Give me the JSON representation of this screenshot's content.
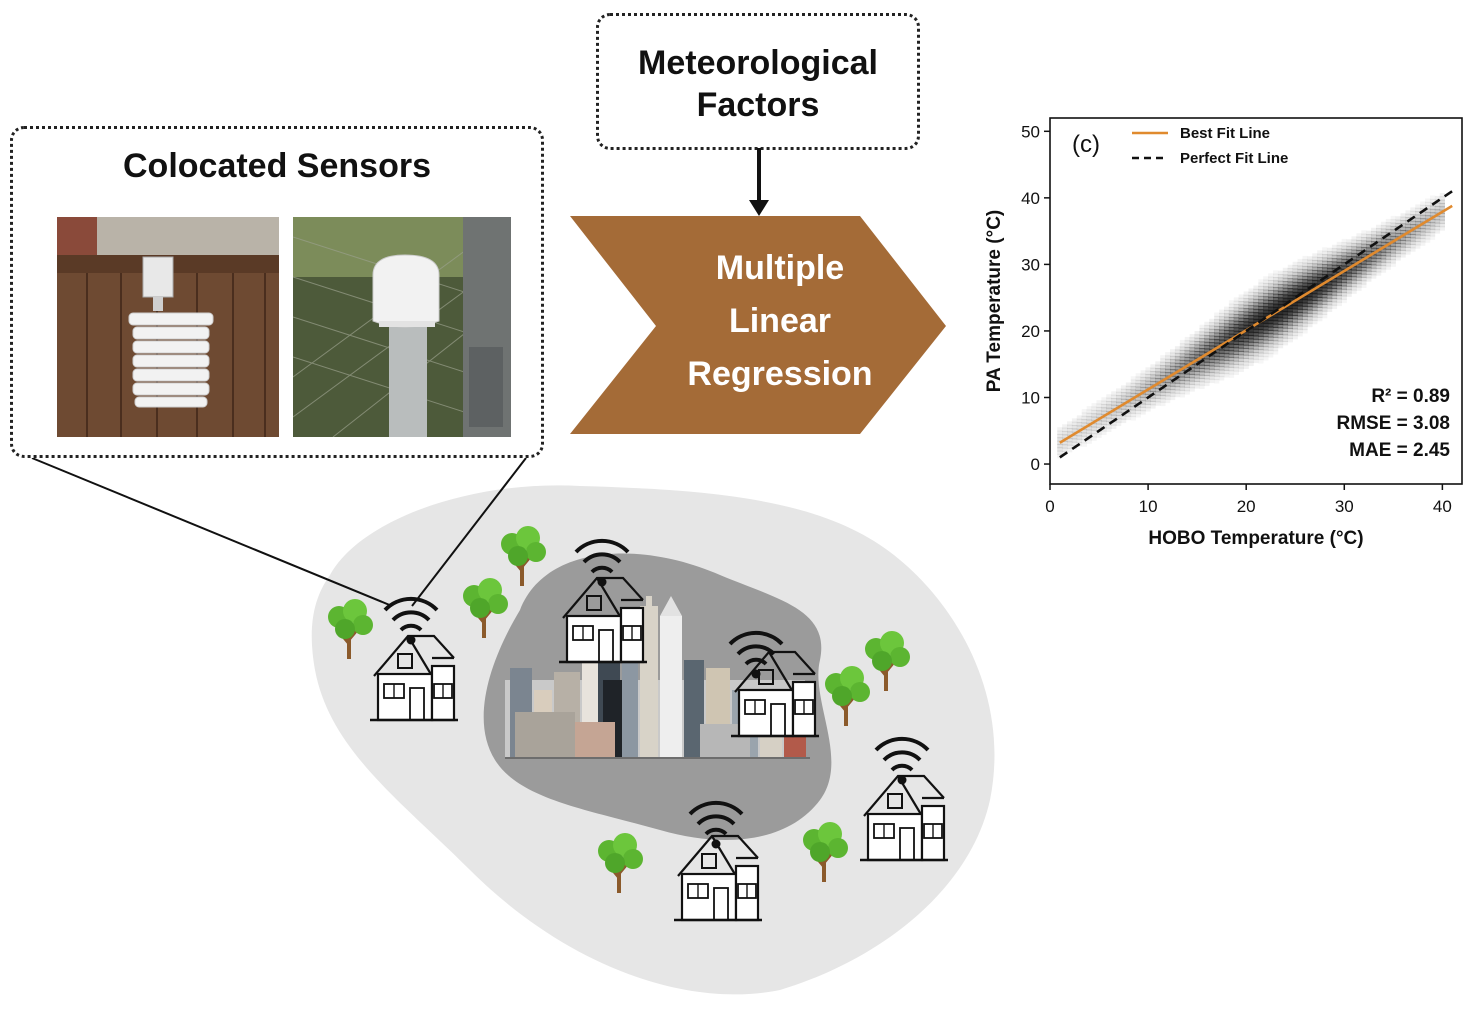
{
  "colocated": {
    "title": "Colocated Sensors"
  },
  "meteorological": {
    "title_line1": "Meteorological",
    "title_line2": "Factors"
  },
  "regression": {
    "line1": "Multiple",
    "line2": "Linear",
    "line3": "Regression"
  },
  "panel": {
    "label": "(c)",
    "legend": [
      "Best Fit Line",
      "Perfect Fit Line"
    ],
    "stats": [
      "R² = 0.89",
      "RMSE = 3.08",
      "MAE = 2.45"
    ]
  },
  "chart_data": {
    "type": "scatter",
    "xlabel": "HOBO Temperature (°C)",
    "ylabel": "PA Temperature (°C)",
    "xlim": [
      0,
      42
    ],
    "ylim": [
      -3,
      52
    ],
    "xticks": [
      0,
      10,
      20,
      30,
      40
    ],
    "yticks": [
      0,
      10,
      20,
      30,
      40,
      50
    ],
    "series": [
      {
        "name": "Best Fit Line",
        "color": "#e08a2e",
        "x": [
          1,
          41
        ],
        "y": [
          3.2,
          38.8
        ]
      },
      {
        "name": "Perfect Fit Line",
        "color": "#111111",
        "x": [
          1,
          41
        ],
        "y": [
          1,
          41
        ]
      }
    ],
    "density_color": "#1a1a1a"
  },
  "icons": [
    "tree-icon",
    "house-icon",
    "wifi-icon",
    "city-skyline"
  ],
  "colors": {
    "chevron": "#a46b37",
    "region_outer": "#e6e6e6",
    "region_inner": "#9b9b9b",
    "orange": "#e08a2e"
  }
}
